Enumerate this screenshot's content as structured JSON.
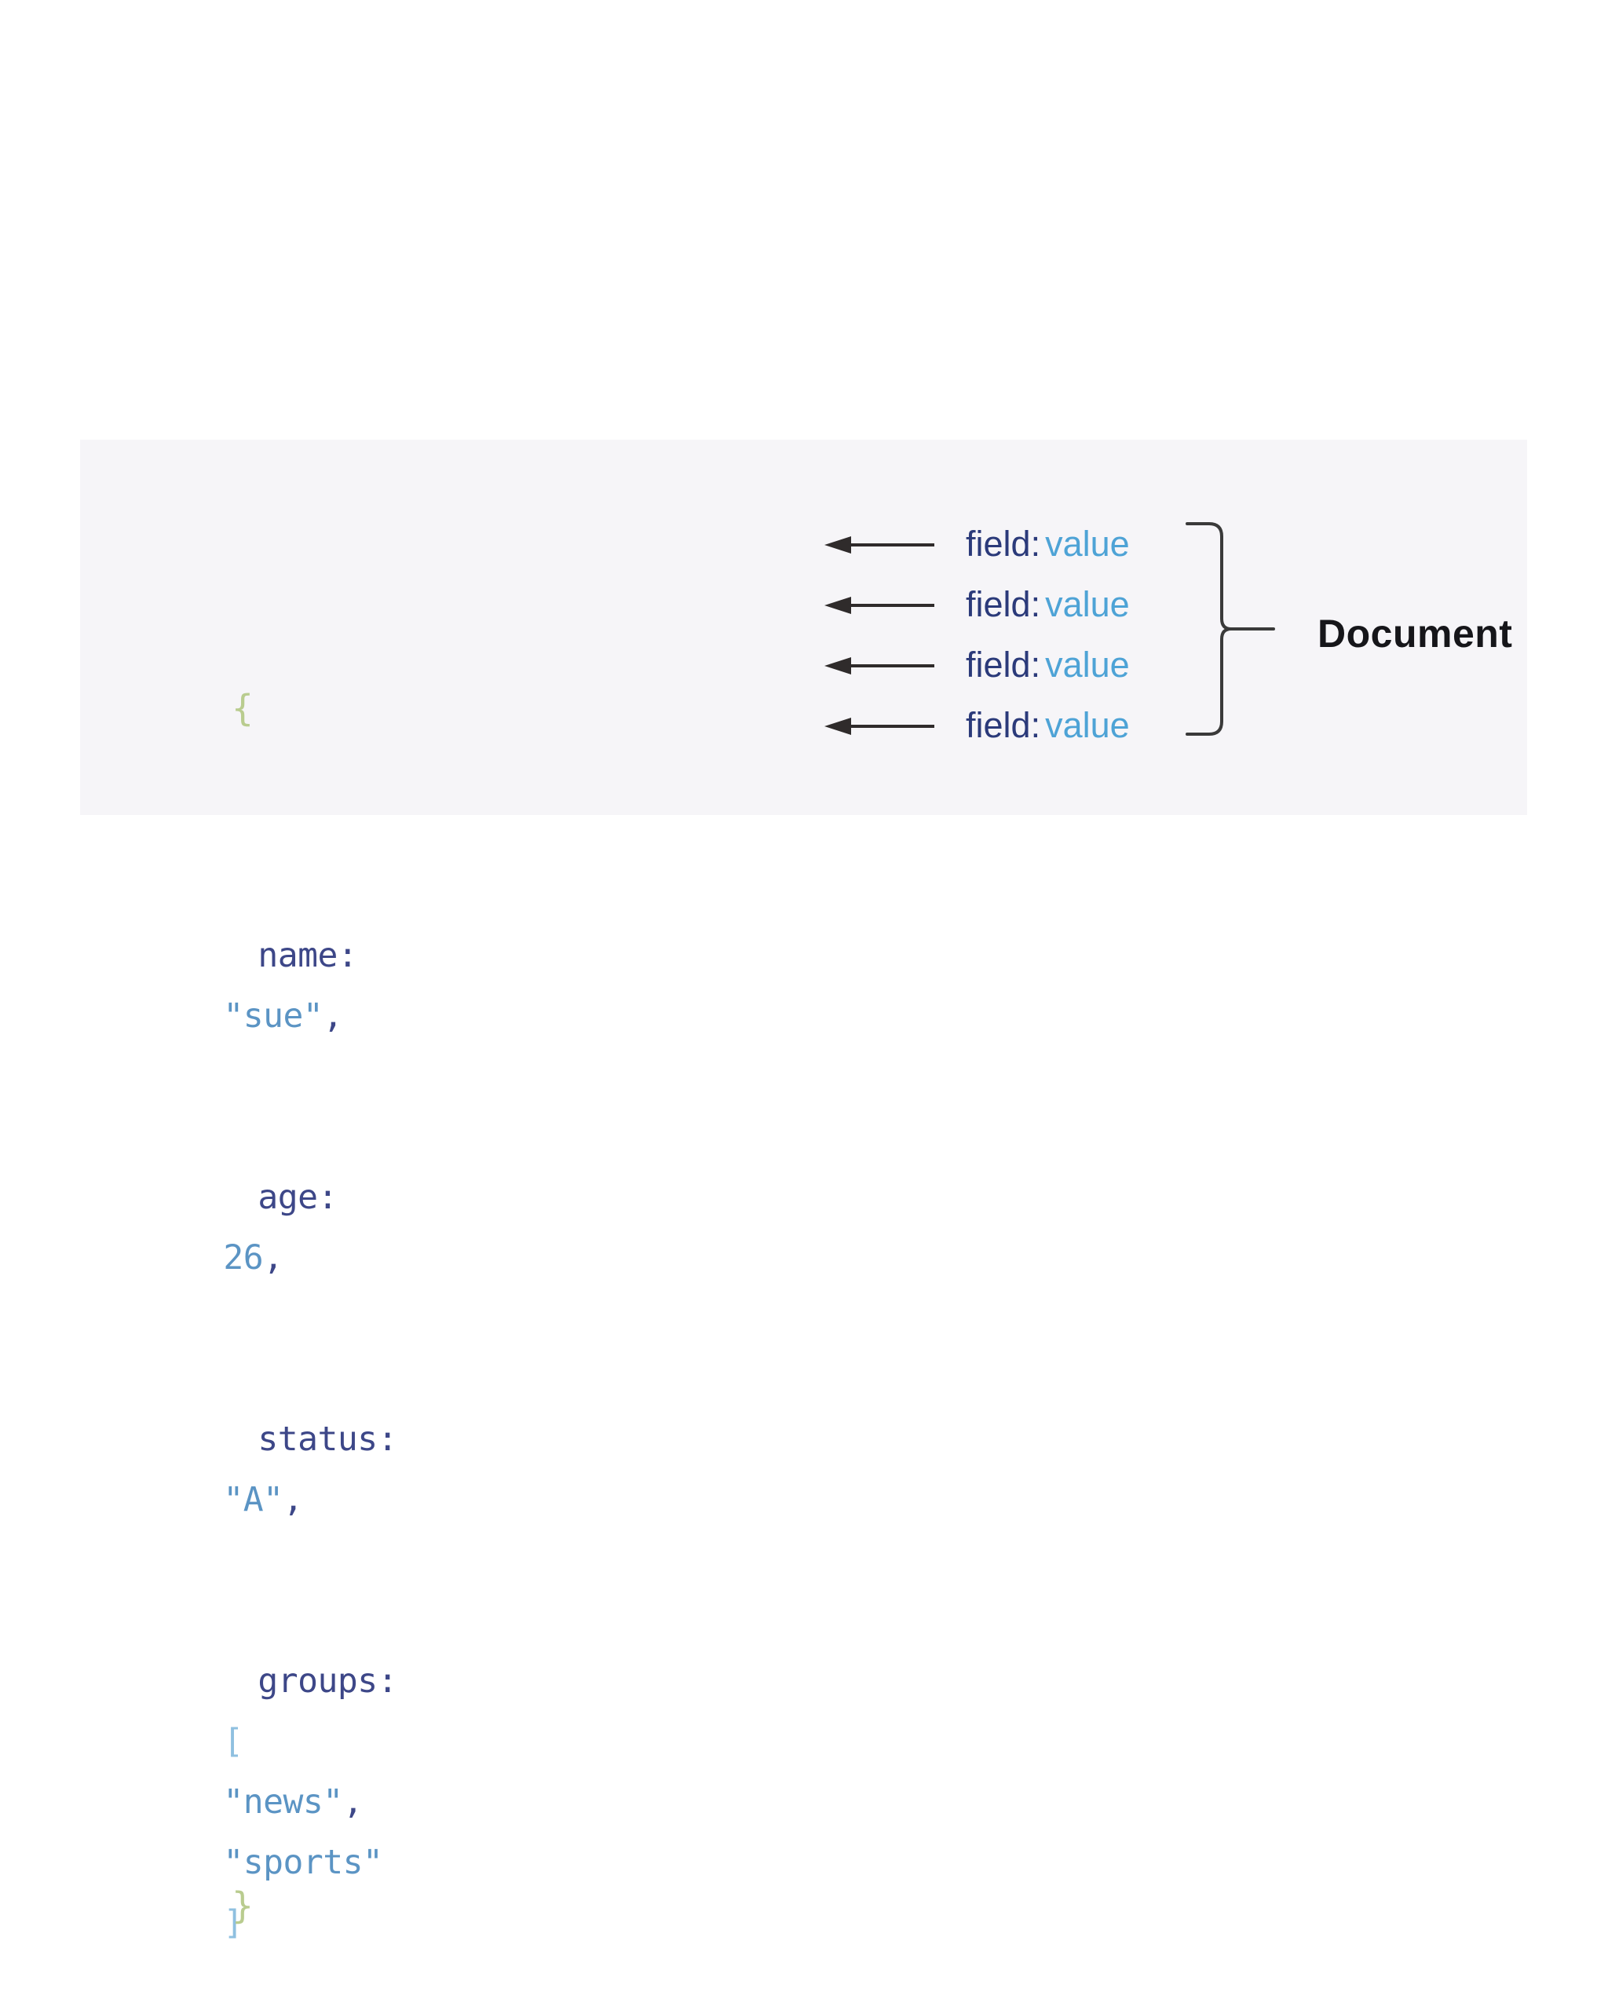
{
  "panel": {
    "background_color": "#f6f5f8",
    "page_background_color": "#ffffff"
  },
  "code": {
    "language": "json",
    "open_brace": "{",
    "close_brace": "}",
    "lines": [
      {
        "field": "name",
        "separator": ":",
        "value": "\"sue\"",
        "trailing": ",",
        "raw": "name: \"sue\","
      },
      {
        "field": "age",
        "separator": ":",
        "value": "26",
        "trailing": ",",
        "raw": "age: 26,"
      },
      {
        "field": "status",
        "separator": ":",
        "value": "\"A\"",
        "trailing": ",",
        "raw": "status: \"A\","
      },
      {
        "field": "groups",
        "separator": ":",
        "open_bracket": "[",
        "value_1": "\"news\"",
        "value_sep": ",",
        "value_2": "\"sports\"",
        "close_bracket": "]",
        "trailing": "",
        "raw": "groups: [ \"news\", \"sports\" ]"
      }
    ],
    "colors": {
      "brace": "#b9cc8f",
      "field": "#3d4788",
      "string": "#5b94c4",
      "number": "#5b94c4",
      "bracket": "#8fc0e0"
    }
  },
  "annotations": {
    "rows": [
      {
        "field_label": "field",
        "colon": ":",
        "value_label": "value"
      },
      {
        "field_label": "field",
        "colon": ":",
        "value_label": "value"
      },
      {
        "field_label": "field",
        "colon": ":",
        "value_label": "value"
      },
      {
        "field_label": "field",
        "colon": ":",
        "value_label": "value"
      }
    ],
    "colors": {
      "field": "#2b3a7a",
      "value": "#4ea3d6",
      "arrow": "#2f2b2b"
    }
  },
  "group": {
    "label": "Document",
    "label_color": "#16161a",
    "brace_color": "#3a3a3a"
  }
}
